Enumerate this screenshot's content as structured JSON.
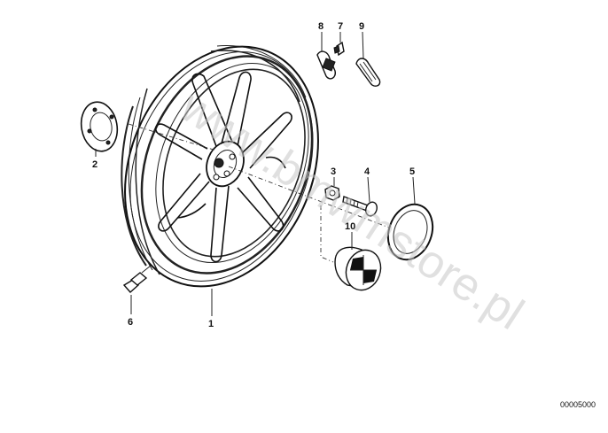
{
  "diagram": {
    "watermark": "www.bmwmstore.pl",
    "drawing_code": "00005000",
    "callouts": [
      {
        "id": "wheel",
        "label": "1"
      },
      {
        "id": "disc-carrier",
        "label": "2"
      },
      {
        "id": "nut",
        "label": "3"
      },
      {
        "id": "bolt",
        "label": "4"
      },
      {
        "id": "ring",
        "label": "5"
      },
      {
        "id": "valve",
        "label": "6"
      },
      {
        "id": "clip",
        "label": "7"
      },
      {
        "id": "balance-weight",
        "label": "8"
      },
      {
        "id": "weight-strip",
        "label": "9"
      },
      {
        "id": "hub-cap",
        "label": "10"
      }
    ]
  }
}
